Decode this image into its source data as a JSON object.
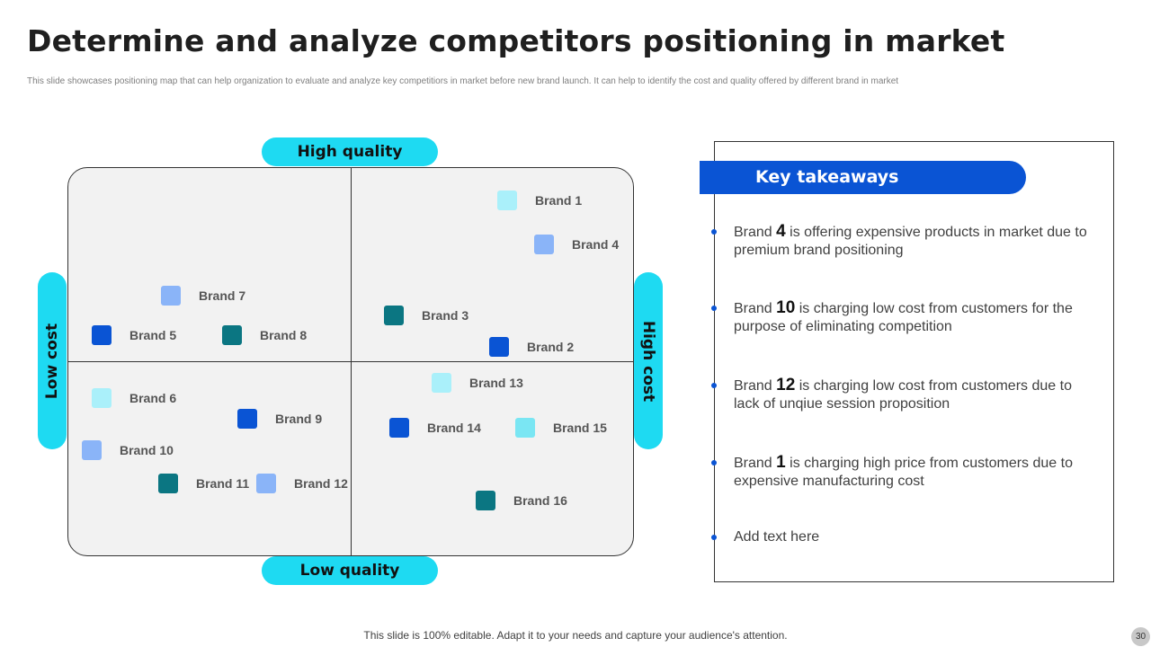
{
  "header": {
    "title": "Determine and analyze competitors positioning in market",
    "subtitle": "This slide showcases positioning map that can help organization to evaluate and analyze key competitiors in market before new brand launch. It can help to identify the cost and quality offered by different brand in market"
  },
  "map": {
    "labels": {
      "top": "High quality",
      "bottom": "Low  quality",
      "left": "Low cost",
      "right": "High cost"
    },
    "colors": {
      "light_cyan": "#aaf0fa",
      "cyan": "#7ae6f3",
      "light_blue": "#8ab4f8",
      "blue": "#0a54d4",
      "teal": "#0b7682"
    },
    "brands": [
      {
        "label": "Brand 1",
        "color": "light_cyan"
      },
      {
        "label": "Brand 4",
        "color": "light_blue"
      },
      {
        "label": "Brand 7",
        "color": "light_blue"
      },
      {
        "label": "Brand 5",
        "color": "blue"
      },
      {
        "label": "Brand 8",
        "color": "teal"
      },
      {
        "label": "Brand 3",
        "color": "teal"
      },
      {
        "label": "Brand 2",
        "color": "blue"
      },
      {
        "label": "Brand 13",
        "color": "light_cyan"
      },
      {
        "label": "Brand 6",
        "color": "light_cyan"
      },
      {
        "label": "Brand 9",
        "color": "blue"
      },
      {
        "label": "Brand 14",
        "color": "blue"
      },
      {
        "label": "Brand 15",
        "color": "cyan"
      },
      {
        "label": "Brand 10",
        "color": "light_blue"
      },
      {
        "label": "Brand 11",
        "color": "teal"
      },
      {
        "label": "Brand 12",
        "color": "light_blue"
      },
      {
        "label": "Brand 16",
        "color": "teal"
      }
    ]
  },
  "takeaways": {
    "heading": "Key takeaways",
    "items": [
      {
        "pre": "Brand ",
        "num": "4",
        "text": " is offering expensive products in market due to premium brand positioning"
      },
      {
        "pre": "Brand ",
        "num": "10",
        "text": " is charging low cost from customers for the purpose of eliminating competition"
      },
      {
        "pre": "Brand ",
        "num": "12",
        "text": " is charging low cost from customers due to lack of unqiue session proposition"
      },
      {
        "pre": "Brand ",
        "num": "1",
        "text": " is charging high price from customers due to expensive manufacturing  cost"
      },
      {
        "pre": "Add text here",
        "num": "",
        "text": ""
      }
    ]
  },
  "footer": {
    "text": "This slide is 100% editable. Adapt it to your needs and capture your audience's attention.",
    "page": "30"
  }
}
